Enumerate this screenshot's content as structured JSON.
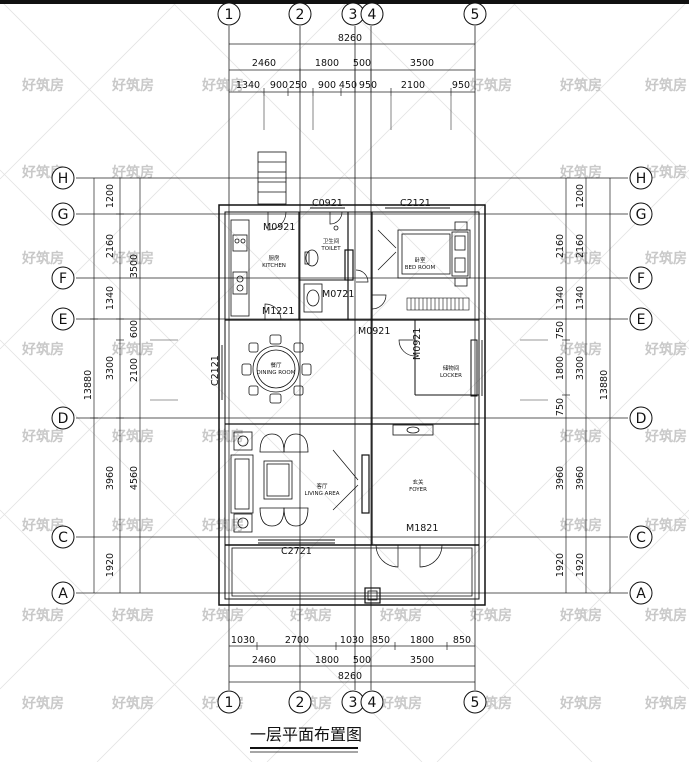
{
  "title": "一层平面布置图",
  "watermark": "好筑房",
  "axes_vertical": [
    "1",
    "2",
    "3",
    "4",
    "5"
  ],
  "axes_horizontal": [
    "H",
    "G",
    "F",
    "E",
    "D",
    "C",
    "A"
  ],
  "dims_top": {
    "total": "8260",
    "row2": [
      "2460",
      "1800",
      "500",
      "3500"
    ],
    "row3": [
      "1340",
      "900",
      "250",
      "900",
      "450",
      "950",
      "2100",
      "950"
    ]
  },
  "dims_bottom": {
    "row1": [
      "1030",
      "2700",
      "1030",
      "850",
      "1800",
      "850"
    ],
    "row2": [
      "2460",
      "1800",
      "500",
      "3500"
    ],
    "total": "8260"
  },
  "dims_left": {
    "row_inner": [
      "1200",
      "2160",
      "1340",
      "3300",
      "3960",
      "1920"
    ],
    "row_mid": [
      "3500",
      "600",
      "2100",
      "4560"
    ],
    "total": "13880"
  },
  "dims_right": {
    "row_inner": [
      "1200",
      "2160",
      "1340",
      "750",
      "1800",
      "750",
      "3960",
      "1920"
    ],
    "row_mid": [
      "2160",
      "1340",
      "3300",
      "3960",
      "1920"
    ],
    "total": "13880"
  },
  "rooms": {
    "kitchen": {
      "cn": "厨房",
      "en": "KITCHEN"
    },
    "toilet": {
      "cn": "卫生间",
      "en": "TOILET"
    },
    "bedroom": {
      "cn": "卧室",
      "en": "BED ROOM"
    },
    "dining": {
      "cn": "餐厅",
      "en": "DINING ROOM"
    },
    "locker": {
      "cn": "储物间",
      "en": "LOCKER"
    },
    "living": {
      "cn": "客厅",
      "en": "LIVING AREA"
    },
    "foyer": {
      "cn": "玄关",
      "en": "FOYER"
    }
  },
  "openings": {
    "m0921_a": "M0921",
    "c0921": "C0921",
    "c2121": "C2121",
    "m0721": "M0721",
    "m1221": "M1221",
    "m0921_b": "M0921",
    "m0921_c": "M0921",
    "c2121_side": "C2121",
    "m1821": "M1821",
    "c2721": "C2721"
  }
}
